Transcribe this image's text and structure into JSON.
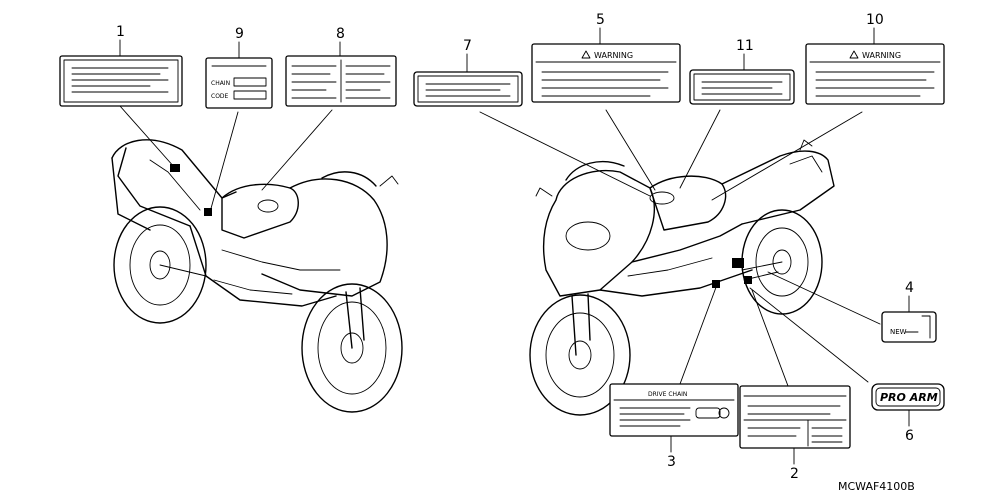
{
  "callouts": {
    "c1": "1",
    "c2": "2",
    "c3": "3",
    "c4": "4",
    "c5": "5",
    "c6": "6",
    "c7": "7",
    "c8": "8",
    "c9": "9",
    "c10": "10",
    "c11": "11"
  },
  "labels": {
    "warning_5": "WARNING",
    "warning_10": "WARNING",
    "label9_line1": "CHAIN",
    "label9_line2": "CODE",
    "label3_header": "DRIVE CHAIN",
    "label4_text": "NEW",
    "label6_logo": "PRO ARM"
  },
  "diagram_code": "MCWAF4100B"
}
